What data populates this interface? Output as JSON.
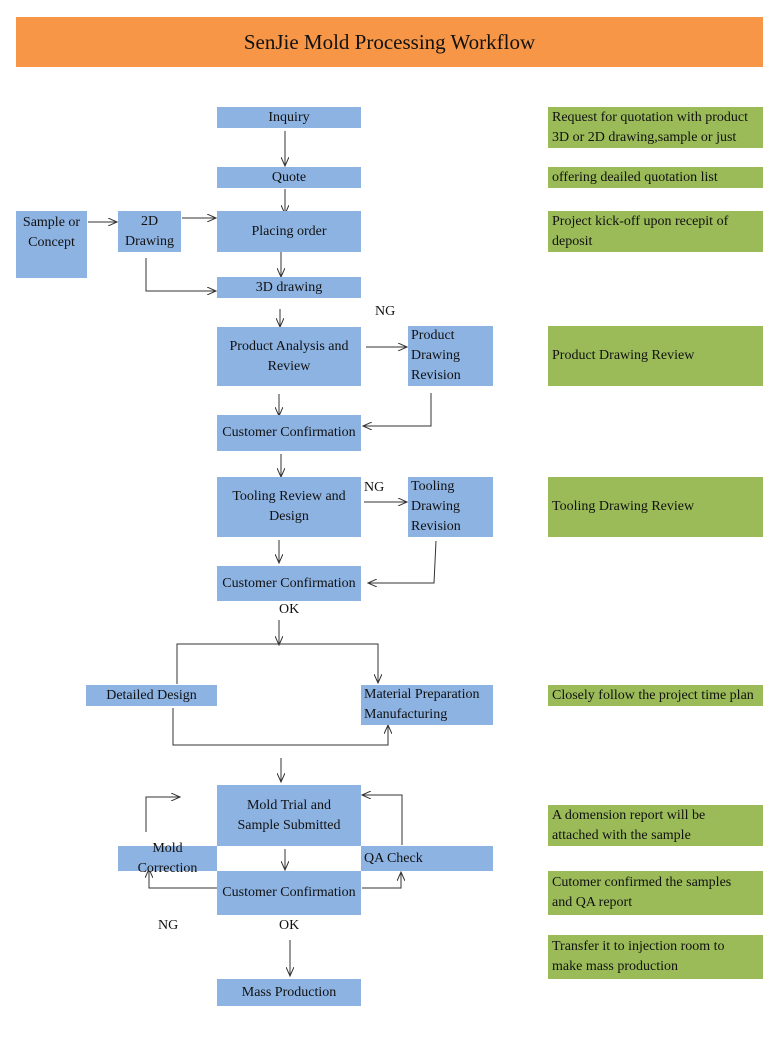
{
  "title": "SenJie Mold  Processing Workflow",
  "boxes": {
    "inquiry": "Inquiry",
    "quote": "Quote",
    "sample_or_concept": "Sample or\nConcept",
    "drawing_2d": "2D\nDrawing",
    "placing_order": "Placing order",
    "drawing_3d": "3D drawing",
    "product_analysis": "Product Analysis and\nReview",
    "product_drawing_revision": "Product\nDrawing\nRevision",
    "customer_confirmation_1": "Customer Confirmation",
    "tooling_review": "Tooling Review and\nDesign",
    "tooling_drawing_revision": "Tooling\nDrawing\nRevision",
    "customer_confirmation_2": "Customer Confirmation",
    "detailed_design": "Detailed Design",
    "material_preparation": "Material Preparation\nManufacturing",
    "mold_trial": "Mold Trial and\nSample Submitted",
    "mold_correction": "Mold Correction",
    "qa_check": "QA Check",
    "customer_confirmation_3": "Customer Confirmation",
    "mass_production": "Mass Production"
  },
  "labels": {
    "ng_1": "NG",
    "ng_2": "NG",
    "ok_1": "OK",
    "ng_3": "NG",
    "ok_2": "OK"
  },
  "notes": {
    "inquiry_note": "Request for quotation with product\n3D or 2D drawing,sample or just",
    "quote_note": "offering deailed quotation list",
    "order_note": "Project kick-off upon recepit of\ndeposit",
    "product_review_note": "Product Drawing Review",
    "tooling_review_note": "Tooling Drawing Review",
    "time_plan_note": "Closely follow the project time plan",
    "dimension_note": " A domension report will be\nattached with the sample",
    "confirmed_note": "Cutomer confirmed the samples\nand QA report",
    "transfer_note": "Transfer it to injection room to\nmake mass production"
  },
  "colors": {
    "banner": "#f79646",
    "process_box": "#8db3e2",
    "note_box": "#9bbb59",
    "line": "#333333"
  }
}
